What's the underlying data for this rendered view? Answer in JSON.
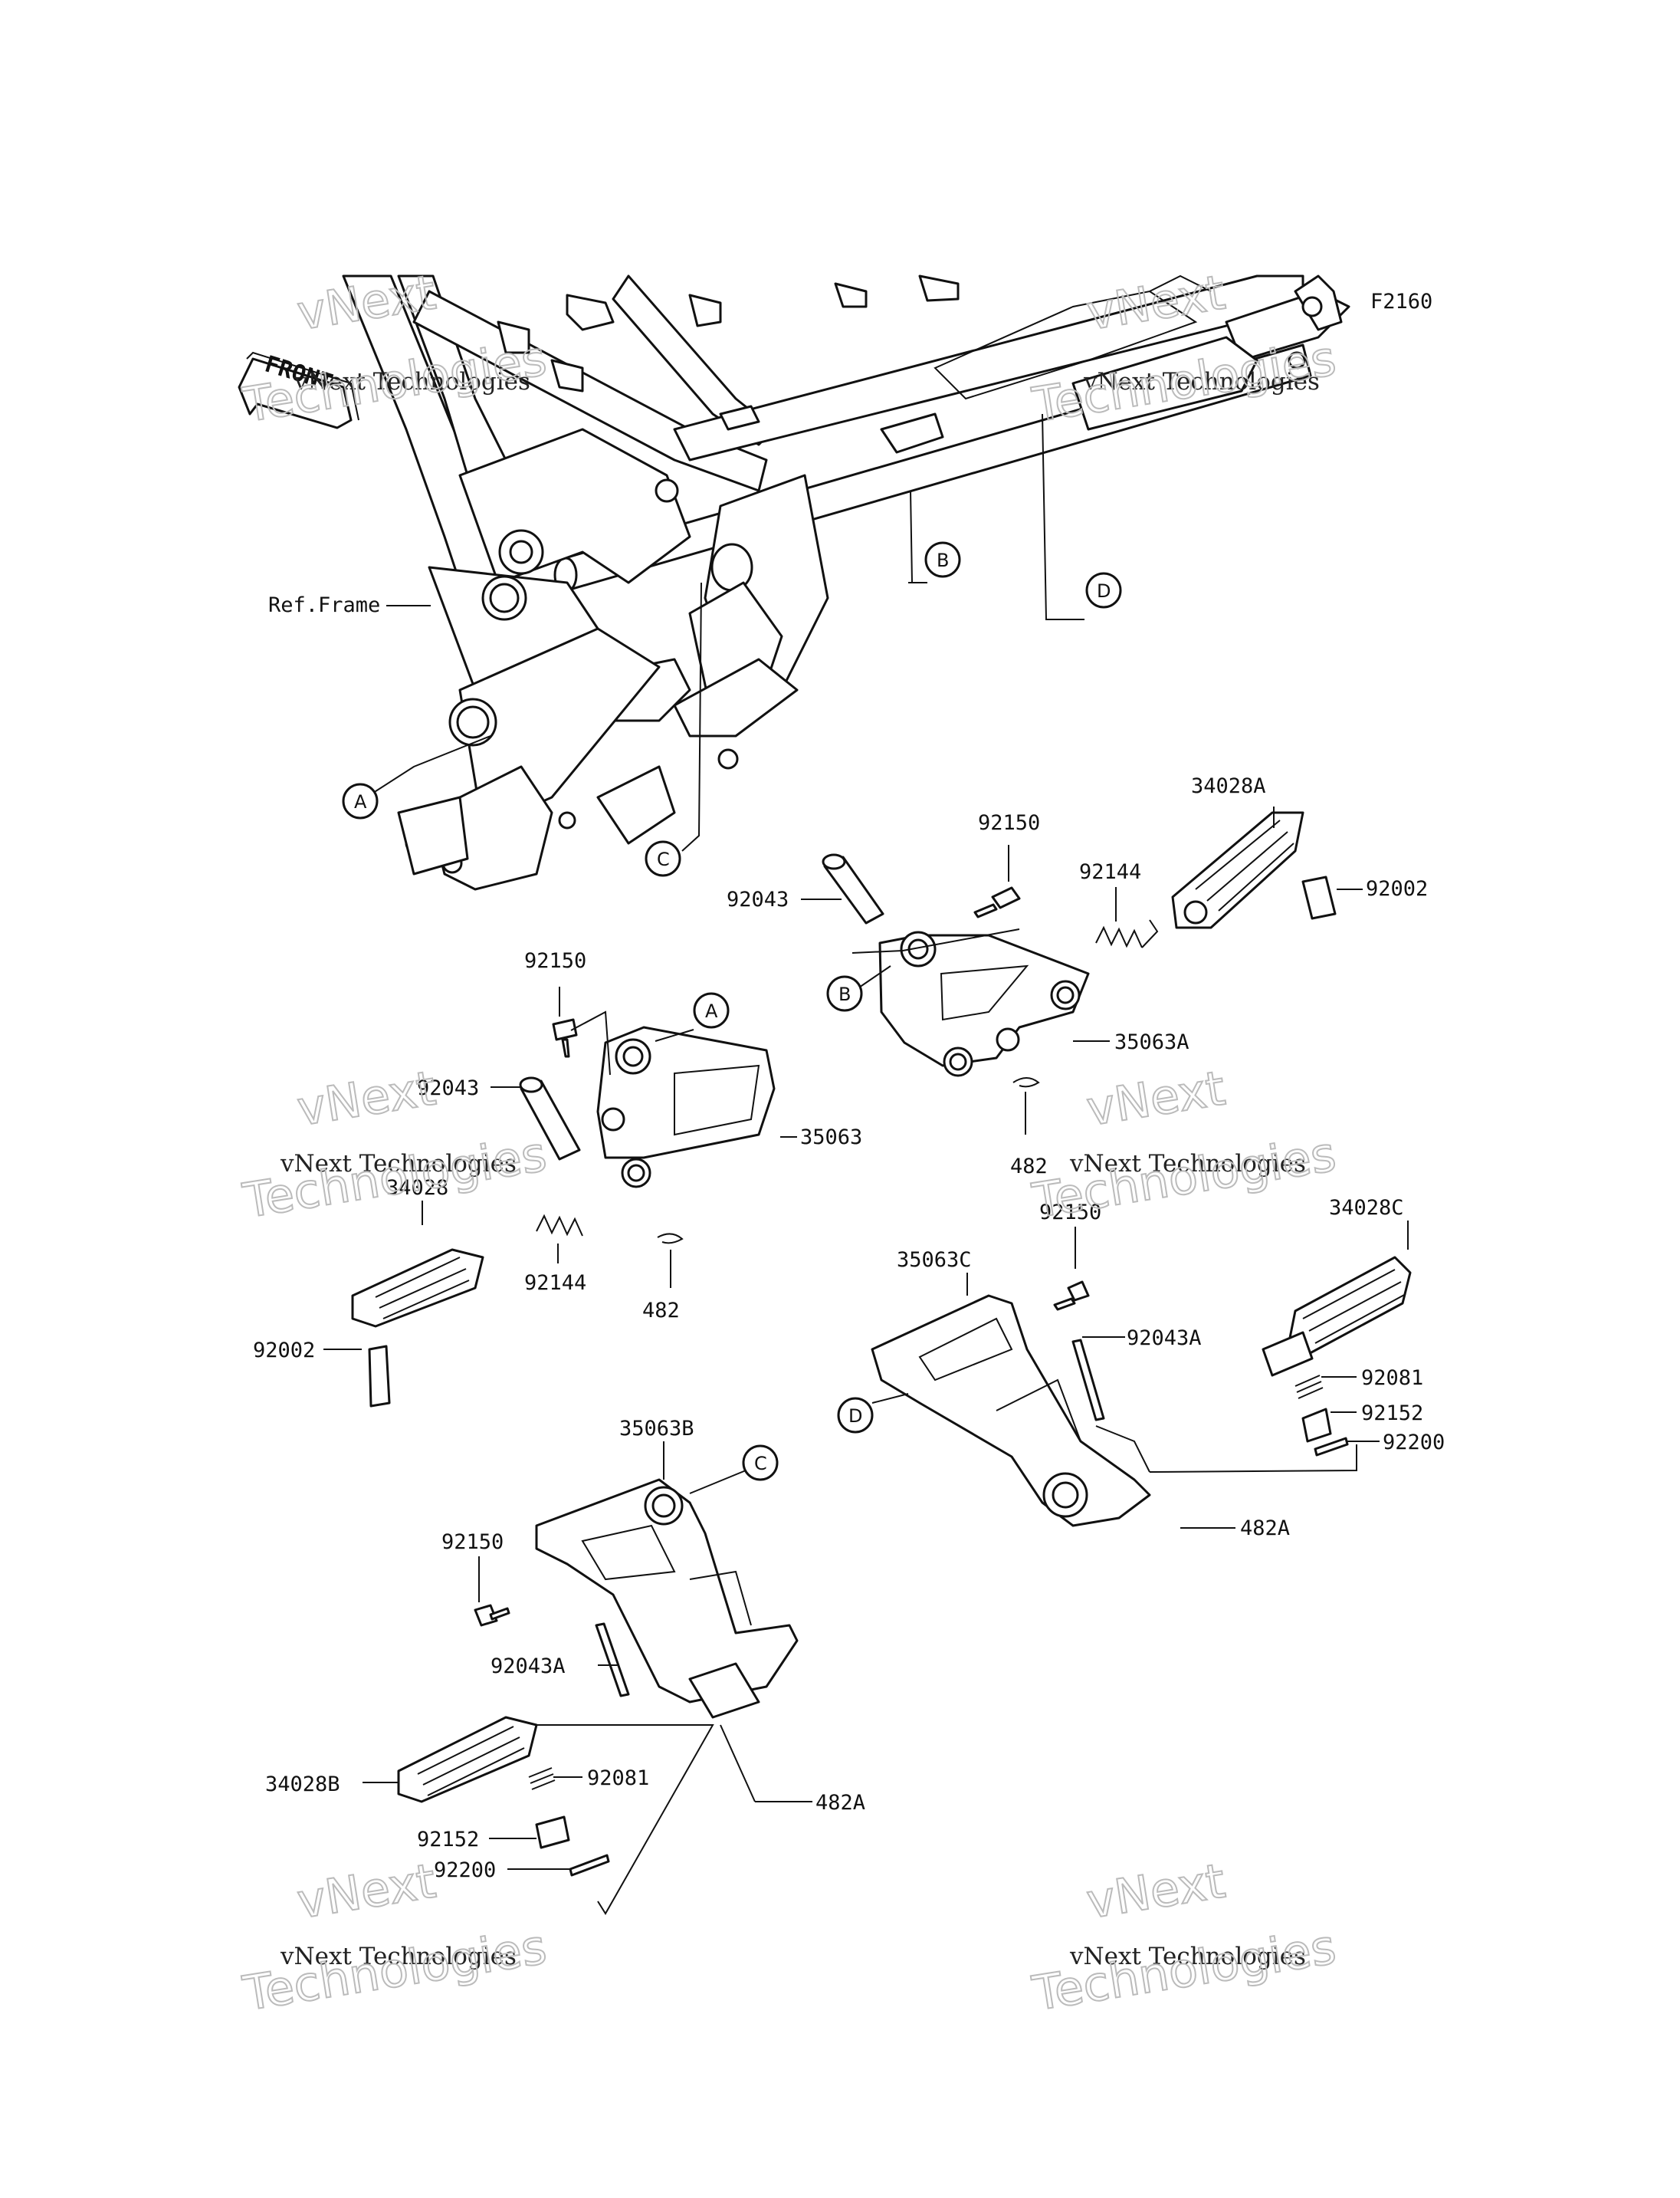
{
  "figure_code": "F2160",
  "front_badge": "FRONT",
  "ref_frame_label": "Ref.Frame",
  "callouts": {
    "A": "A",
    "B": "B",
    "C": "C",
    "D": "D"
  },
  "watermark": {
    "line1": "vNext Technologies",
    "line2": "Technologies",
    "line3": "vNext"
  },
  "part_labels": {
    "p_34028A": "34028A",
    "p_92150_top_right": "92150",
    "p_92144_right": "92144",
    "p_92043_right": "92043",
    "p_92002_right": "92002",
    "p_35063A": "35063A",
    "p_482_right": "482",
    "p_92150_left": "92150",
    "p_92043_left": "92043",
    "p_35063": "35063",
    "p_34028": "34028",
    "p_92144_left": "92144",
    "p_482_left": "482",
    "p_92002_left": "92002",
    "p_92150_mid_right": "92150",
    "p_34028C": "34028C",
    "p_35063C": "35063C",
    "p_92043A_right": "92043A",
    "p_92081_right": "92081",
    "p_92152_right": "92152",
    "p_92200_right": "92200",
    "p_482A_right": "482A",
    "p_35063B": "35063B",
    "p_92150_bottom": "92150",
    "p_92043A_bottom": "92043A",
    "p_34028B": "34028B",
    "p_92081_bottom": "92081",
    "p_482A_bottom": "482A",
    "p_92152_bottom": "92152",
    "p_92200_bottom": "92200"
  },
  "colors": {
    "ink": "#111111",
    "paper": "#ffffff",
    "watermark_outline": "#bbbbbb"
  }
}
